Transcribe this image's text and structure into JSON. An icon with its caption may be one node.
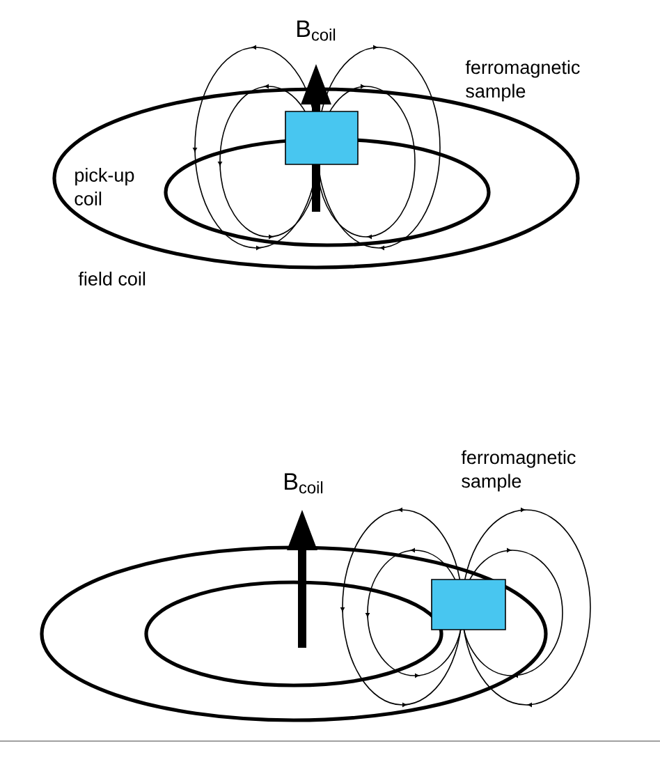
{
  "diagram": {
    "labels": [
      "B$_{coil}$",
      "ferromagnetic sample",
      "pick-up coil",
      "field coil",
      "B$_{coil}$",
      "ferromagnetic sample"
    ]
  }
}
